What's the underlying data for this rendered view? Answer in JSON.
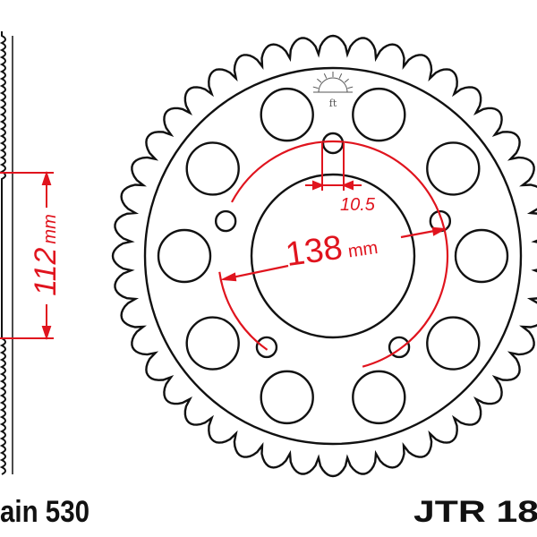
{
  "colors": {
    "outline": "#111111",
    "dimension": "#e0141e"
  },
  "sprocket": {
    "teeth": 44,
    "large_holes": 10,
    "bolt_holes": 5
  },
  "dimensions": {
    "side_dimension_value": "112",
    "side_dimension_unit": "mm",
    "pcd_value": "138",
    "pcd_unit": "mm",
    "bolt_hole_value": "10.5"
  },
  "labels": {
    "chain": "ain 530",
    "part_number": "JTR 18"
  },
  "logo": {
    "text": "ft",
    "icon": "sun-logo-icon"
  }
}
